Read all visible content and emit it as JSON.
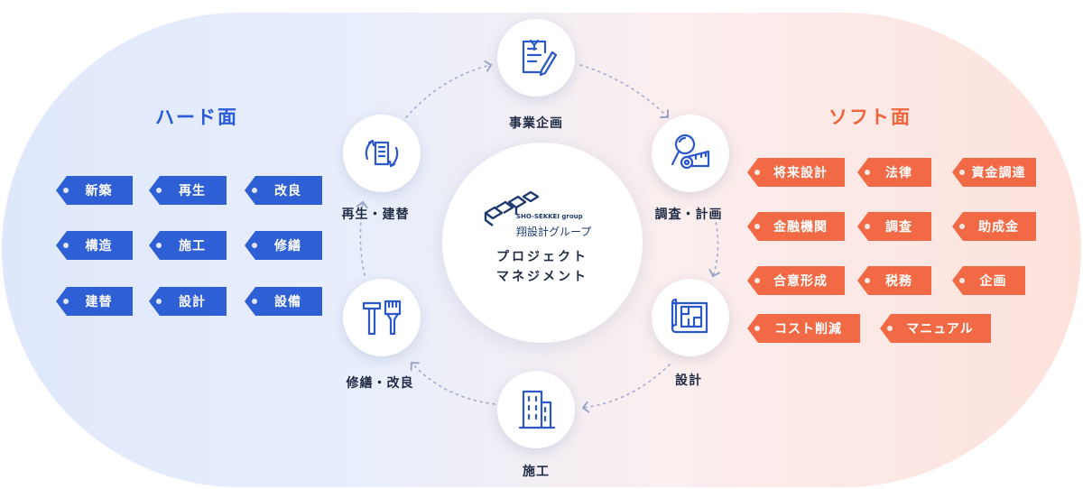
{
  "hard": {
    "title": "ハード面",
    "tags": [
      "新築",
      "再生",
      "改良",
      "構造",
      "施工",
      "修繕",
      "建替",
      "設計",
      "設備"
    ]
  },
  "soft": {
    "title": "ソフト面",
    "tags": [
      "将来設計",
      "法律",
      "資金調達",
      "金融機関",
      "調査",
      "助成金",
      "合意形成",
      "税務",
      "企画",
      "コスト削減",
      "マニュアル"
    ]
  },
  "cycle": {
    "planning": "事業企画",
    "survey": "調査・計画",
    "design": "設計",
    "construction": "施工",
    "repair": "修繕・改良",
    "rebuild": "再生・建替"
  },
  "center": {
    "logo_sub": "SHO-SEKKEI group",
    "logo_jp": "翔設計グループ",
    "line1": "プロジェクト",
    "line2": "マネジメント"
  },
  "colors": {
    "hard": "#2f5fd5",
    "soft": "#f16a45",
    "icon": "#2b57c8"
  }
}
